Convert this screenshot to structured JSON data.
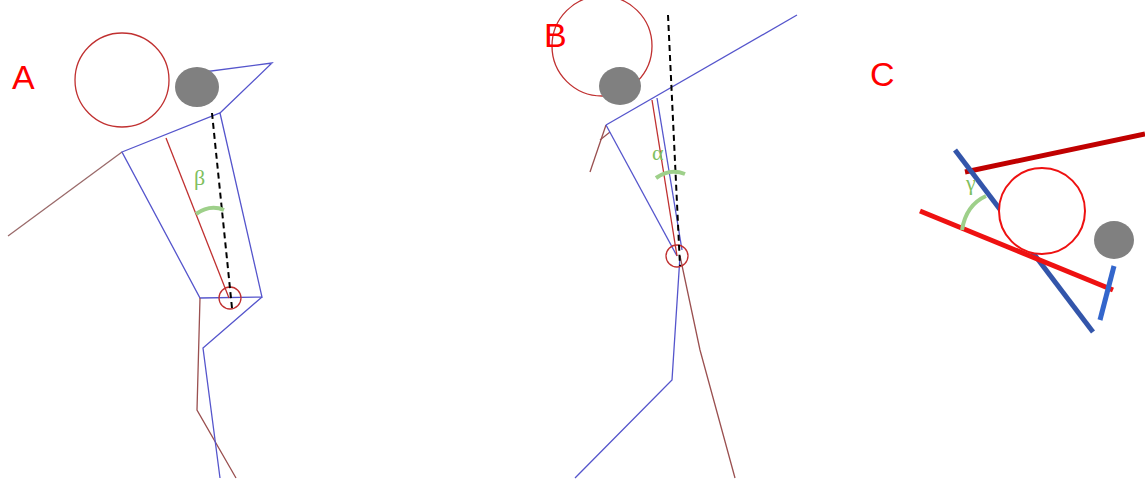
{
  "diagram": {
    "labels": [
      "A",
      "β",
      "B",
      "α",
      "C",
      "γ"
    ]
  }
}
